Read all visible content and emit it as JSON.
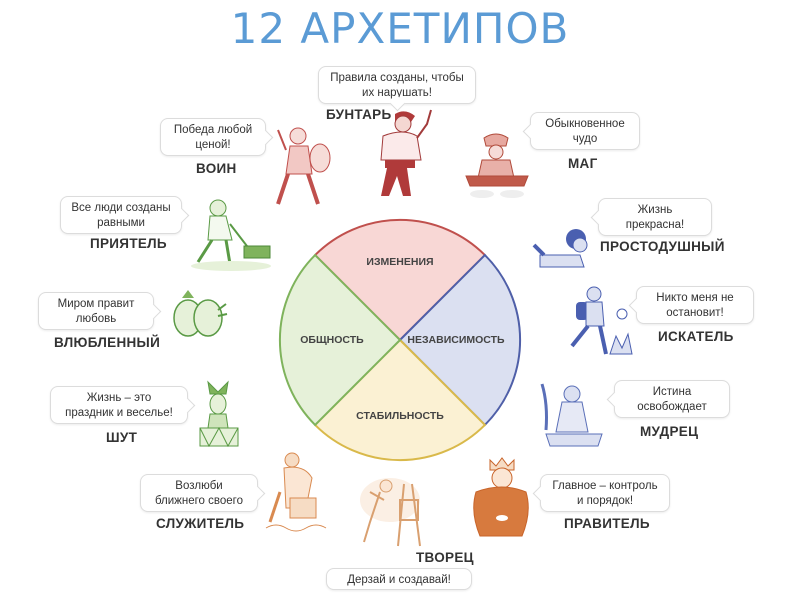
{
  "title": "12 АРХЕТИПОВ",
  "wheel": {
    "segments": [
      {
        "label": "ИЗМЕНЕНИЯ",
        "fill": "#f8d7d5",
        "stroke": "#c0504d"
      },
      {
        "label": "НЕЗАВИСИМОСТЬ",
        "fill": "#dbe0f1",
        "stroke": "#4f5fa8"
      },
      {
        "label": "СТАБИЛЬНОСТЬ",
        "fill": "#fbf1d3",
        "stroke": "#d9b94a"
      },
      {
        "label": "ОБЩНОСТЬ",
        "fill": "#e6f1d9",
        "stroke": "#7fb35c"
      }
    ]
  },
  "archetypes": [
    {
      "name": "БУНТАРЬ",
      "quote_line1": "Правила созданы, чтобы",
      "quote_line2": "их нарушать!",
      "color": "#b03a3a",
      "group": "ИЗМЕНЕНИЯ"
    },
    {
      "name": "ВОИН",
      "quote_line1": "Победа любой",
      "quote_line2": "ценой!",
      "color": "#c0504d",
      "group": "ИЗМЕНЕНИЯ"
    },
    {
      "name": "МАГ",
      "quote_line1": "Обыкновенное",
      "quote_line2": "чудо",
      "color": "#b04a3a",
      "group": "ИЗМЕНЕНИЯ"
    },
    {
      "name": "ПРИЯТЕЛЬ",
      "quote_line1": "Все люди созданы",
      "quote_line2": "равными",
      "color": "#5a9a45",
      "group": "ОБЩНОСТЬ"
    },
    {
      "name": "ПРОСТОДУШНЫЙ",
      "quote_line1": "Жизнь",
      "quote_line2": "прекрасна!",
      "color": "#4a5fb0",
      "group": "НЕЗАВИСИМОСТЬ"
    },
    {
      "name": "ВЛЮБЛЕННЫЙ",
      "quote_line1": "Миром правит",
      "quote_line2": "любовь",
      "color": "#5a9a45",
      "group": "ОБЩНОСТЬ"
    },
    {
      "name": "ИСКАТЕЛЬ",
      "quote_line1": "Никто меня не",
      "quote_line2": "остановит!",
      "color": "#4a5fb0",
      "group": "НЕЗАВИСИМОСТЬ"
    },
    {
      "name": "ШУТ",
      "quote_line1": "Жизнь – это",
      "quote_line2": "праздник и веселье!",
      "color": "#5a9a45",
      "group": "ОБЩНОСТЬ"
    },
    {
      "name": "МУДРЕЦ",
      "quote_line1": "Истина",
      "quote_line2": "освобождает",
      "color": "#5a6fb8",
      "group": "НЕЗАВИСИМОСТЬ"
    },
    {
      "name": "СЛУЖИТЕЛЬ",
      "quote_line1": "Возлюби",
      "quote_line2": "ближнего своего",
      "color": "#d98a50",
      "group": "СТАБИЛЬНОСТЬ"
    },
    {
      "name": "ПРАВИТЕЛЬ",
      "quote_line1": "Главное – контроль",
      "quote_line2": "и порядок!",
      "color": "#c8642a",
      "group": "СТАБИЛЬНОСТЬ"
    },
    {
      "name": "ТВОРЕЦ",
      "quote_line1": "Дерзай и создавай!",
      "quote_line2": "",
      "color": "#d9a070",
      "group": "СТАБИЛЬНОСТЬ"
    }
  ]
}
